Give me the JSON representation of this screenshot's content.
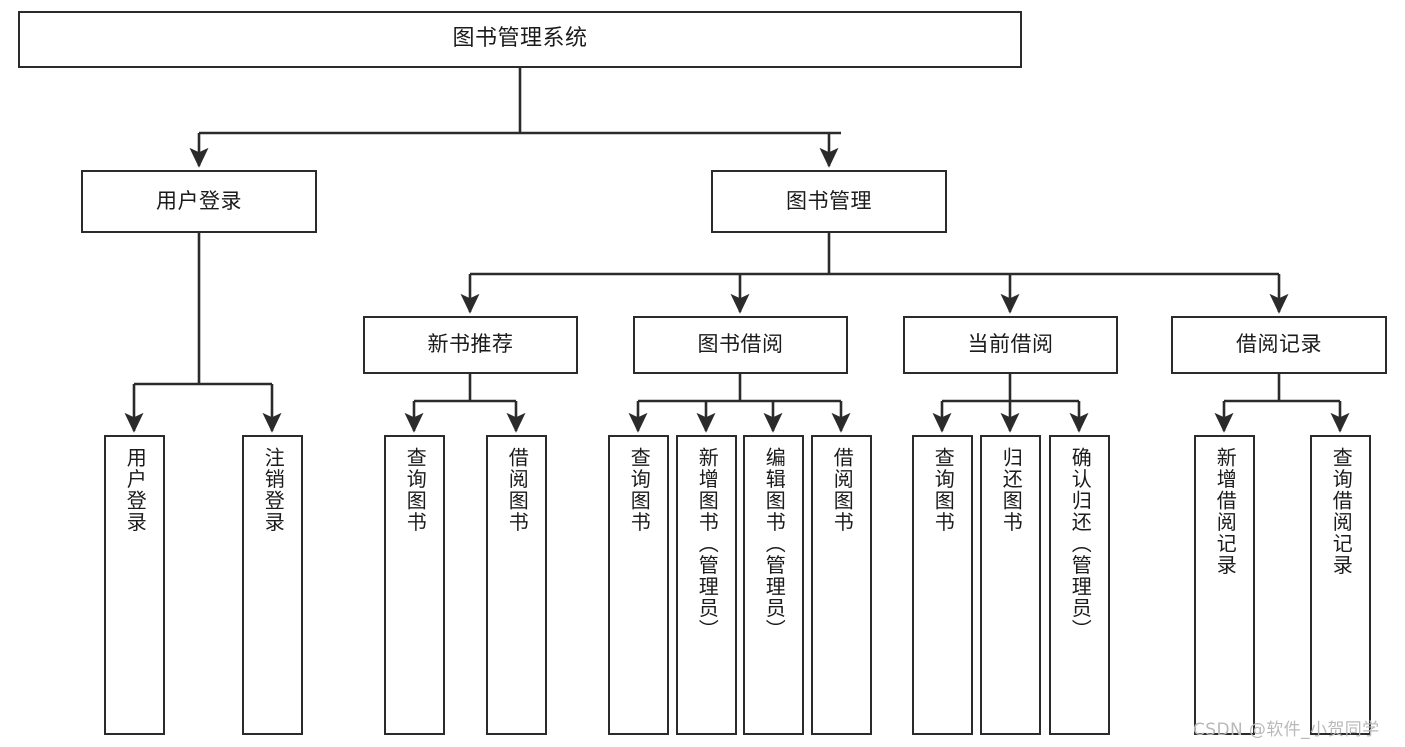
{
  "diagram": {
    "title": "图书管理系统",
    "watermark": "CSDN @软件_小贺同学",
    "colors": {
      "stroke": "#2b2b2b",
      "fill": "#ffffff",
      "text": "#1b1b1b",
      "watermark": "#b9b9b9"
    },
    "nodes": {
      "root": "图书管理系统",
      "level2": {
        "user_login": "用户登录",
        "book_management": "图书管理"
      },
      "level3": {
        "new_book_recommend": "新书推荐",
        "book_borrow": "图书借阅",
        "current_borrow": "当前借阅",
        "borrow_record": "借阅记录"
      },
      "leaves": {
        "user_login_1": "用户登录",
        "user_login_2": "注销登录",
        "new_book_1": "查询图书",
        "new_book_2": "借阅图书",
        "book_borrow_1": "查询图书",
        "book_borrow_2": "新增图书（管理员）",
        "book_borrow_3": "编辑图书（管理员）",
        "book_borrow_4": "借阅图书",
        "current_borrow_1": "查询图书",
        "current_borrow_2": "归还图书",
        "current_borrow_3": "确认归还（管理员）",
        "borrow_record_1": "新增借阅记录",
        "borrow_record_2": "查询借阅记录"
      }
    }
  }
}
